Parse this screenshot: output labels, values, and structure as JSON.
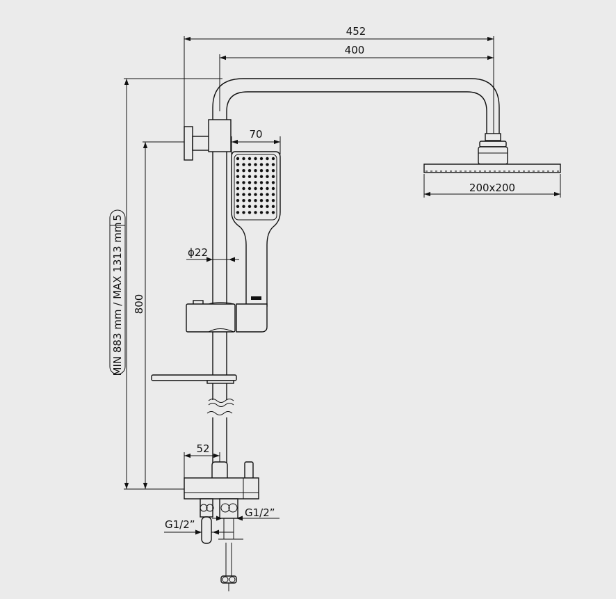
{
  "dimensions": {
    "overall_width": "452",
    "arm_length": "400",
    "hand_shower_width": "70",
    "overhead_shower_size": "200x200",
    "bar_diameter": "ϕ22",
    "bar_height": "800",
    "height_range": "MIN 883 mm / MAX 1313 mm",
    "range_index": "5",
    "mixer_offset": "52",
    "inlet_left": "G1/2”",
    "inlet_right": "G1/2”"
  },
  "colors": {
    "background": "#ebebeb",
    "line": "#111111"
  }
}
